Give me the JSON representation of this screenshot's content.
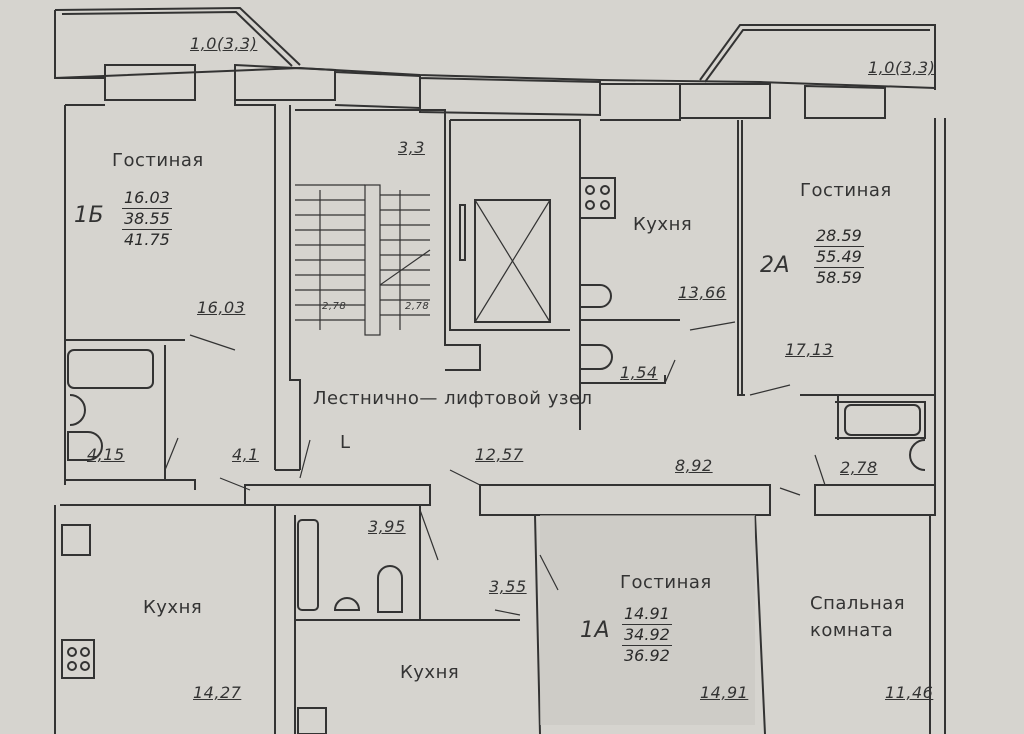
{
  "balconies": [
    {
      "area": "1,0(3,3)"
    },
    {
      "area": "1,0(3,3)"
    }
  ],
  "stair_landing": {
    "area": "3,3",
    "step_heights": [
      "2,78",
      "2,78"
    ]
  },
  "stair_lift_node": {
    "label": "Лестнично— лифтовой узел",
    "mark": "L"
  },
  "apartments": {
    "1B": {
      "label": "1Б",
      "areas": [
        "16.03",
        "38.55",
        "41.75"
      ],
      "living_room": {
        "label": "Гостиная",
        "area": "16,03"
      },
      "bathroom": {
        "area": "4,15"
      },
      "hall": {
        "area": "4,1"
      },
      "kitchen": {
        "label": "Кухня",
        "area": "14,27"
      }
    },
    "2A": {
      "label": "2А",
      "areas": [
        "28.59",
        "55.49",
        "58.59"
      ],
      "kitchen": {
        "label": "Кухня",
        "area": "13,66"
      },
      "wc": {
        "area": "1,54"
      },
      "living_room": {
        "label": "Гостиная",
        "area": "17,13"
      },
      "hall": {
        "area": "8,92"
      },
      "bathroom": {
        "area": "2,78"
      },
      "bedroom": {
        "label_line1": "Спальная",
        "label_line2": "комната",
        "area": "11,46"
      }
    },
    "1A": {
      "label": "1А",
      "areas": [
        "14.91",
        "34.92",
        "36.92"
      ],
      "hall": {
        "area": "12,57"
      },
      "bathroom": {
        "area": "3,95"
      },
      "wc": {
        "area": "3,55"
      },
      "kitchen": {
        "label": "Кухня"
      },
      "living_room": {
        "label": "Гостиная",
        "area": "14,91"
      }
    }
  }
}
